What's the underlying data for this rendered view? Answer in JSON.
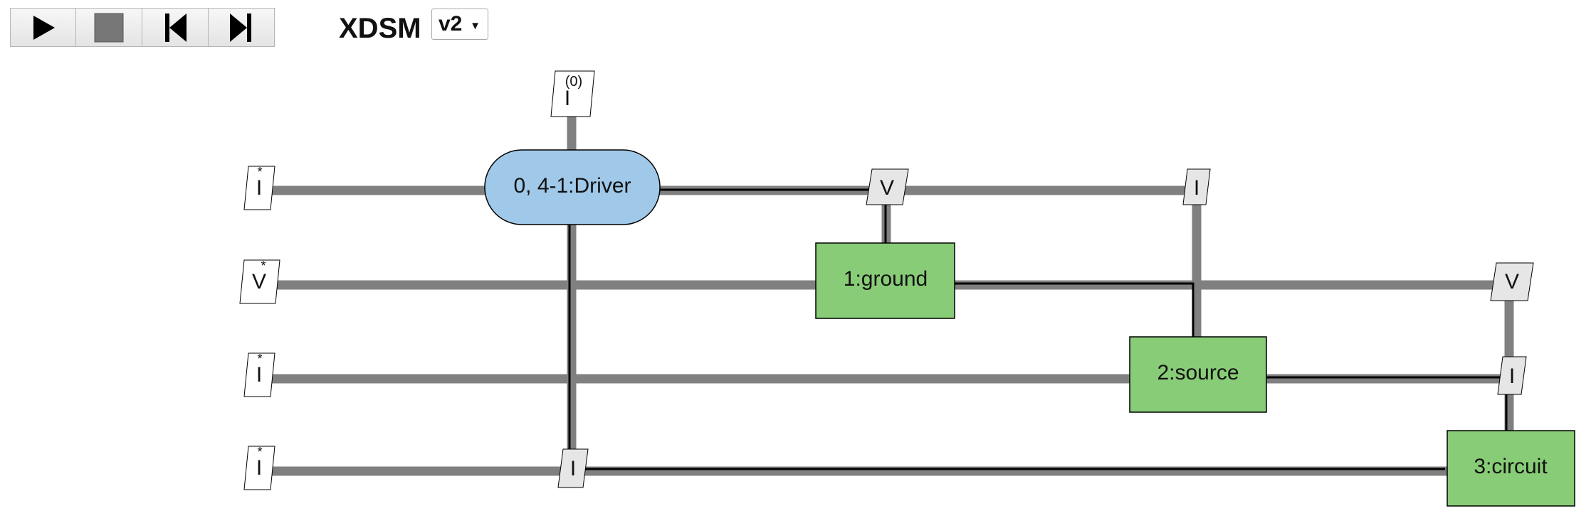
{
  "toolbar": {
    "buttons": [
      {
        "name": "play-button",
        "icon": "play-icon"
      },
      {
        "name": "stop-button",
        "icon": "stop-icon"
      },
      {
        "name": "step-back-button",
        "icon": "step-back-icon"
      },
      {
        "name": "step-forward-button",
        "icon": "step-forward-icon"
      }
    ]
  },
  "header": {
    "title": "XDSM",
    "version": "v2",
    "version_options": [
      "v2"
    ]
  },
  "colors": {
    "driver_fill": "#a0c8e8",
    "function_fill": "#88cc77",
    "data_line": "#808080",
    "process_line": "#000000",
    "var_box_fill": "#ffffff",
    "var_box_highlight_fill": "#e6e6e6"
  },
  "diagram": {
    "nodes": [
      {
        "id": "driver",
        "label": "0, 4-1:Driver",
        "type": "driver"
      },
      {
        "id": "ground",
        "label": "1:ground",
        "type": "function"
      },
      {
        "id": "source",
        "label": "2:source",
        "type": "function"
      },
      {
        "id": "circuit",
        "label": "3:circuit",
        "type": "function"
      }
    ],
    "inputs": {
      "driver_top": {
        "label": "I",
        "superscript": "(0)"
      },
      "row_driver": {
        "label": "I",
        "superscript": "*"
      },
      "row_ground": {
        "label": "V",
        "superscript": "*"
      },
      "row_source": {
        "label": "I",
        "superscript": "*"
      },
      "row_circuit": {
        "label": "I",
        "superscript": "*"
      }
    },
    "connections": {
      "driver_to_ground": "V",
      "driver_to_source": "I",
      "ground_to_circuit": "V",
      "source_to_circuit": "I",
      "circuit_to_driver": "I"
    }
  }
}
